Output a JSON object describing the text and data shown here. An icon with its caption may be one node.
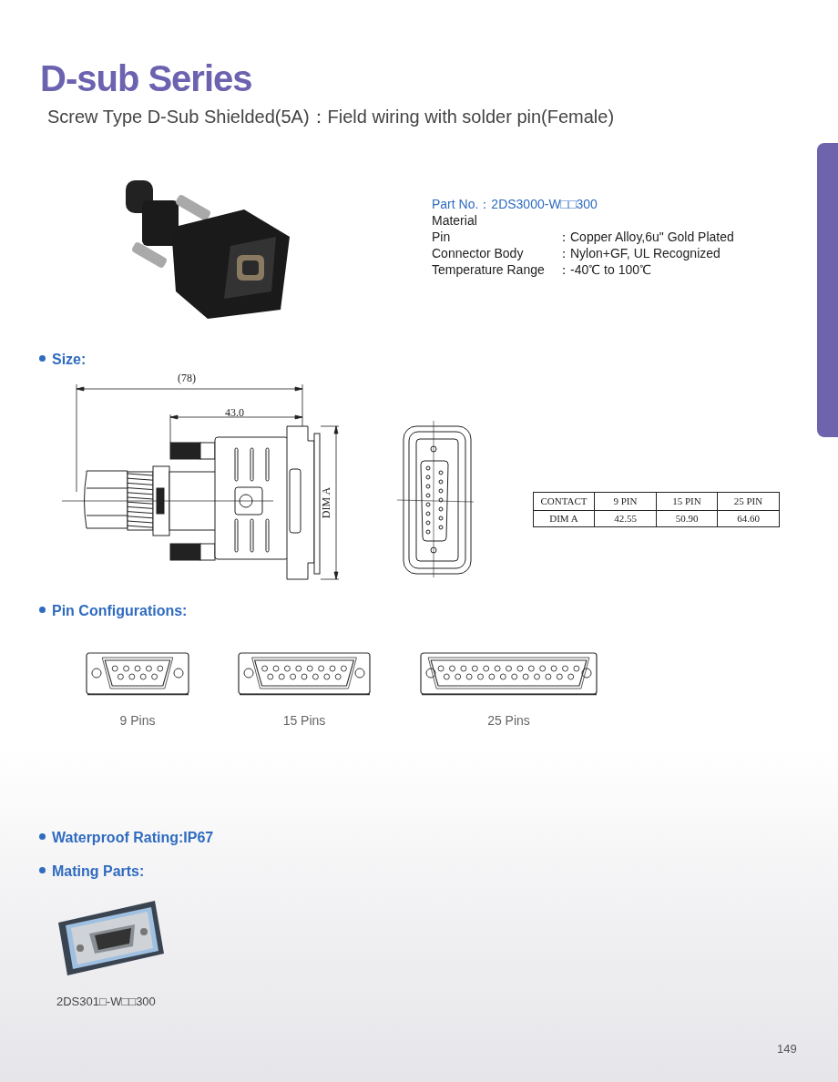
{
  "diagram": {
    "title": "D-sub Series",
    "nodes": [
      {
        "text": [],
        "shape": "bar"
      }
    ],
    "labels": [
      "Screw Type D-Sub Shielded(5A)：Field wiring with solder pin(Female)",
      "Part No.：2DS3000-W□□300",
      "Material",
      "Pin",
      "：Copper Alloy,6u\" Gold Plated",
      "Connector Body",
      "：Nylon+GF, UL Recognized",
      "Temperature Range",
      "：-40℃ to 100℃",
      "Size:",
      "(78)",
      "43.0",
      "DIM A",
      "CONTACT",
      "9 PIN",
      "15 PIN",
      "25 PIN",
      "DIM A",
      "42.55",
      "50.90",
      "64.60",
      "Pin Configurations:",
      "9 Pins",
      "15 Pins",
      "25 Pins",
      "Waterproof Rating:IP67",
      "Mating Parts:",
      "2DS301□-W□□300",
      "149"
    ]
  }
}
